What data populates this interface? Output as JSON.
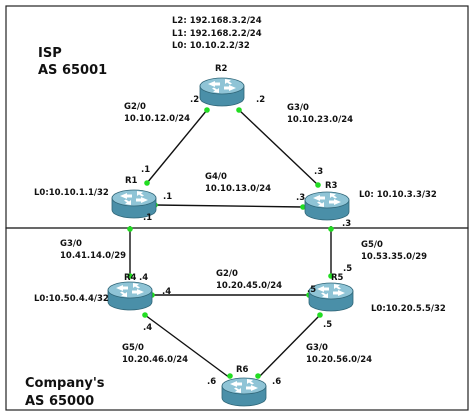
{
  "regions": {
    "isp": {
      "name": "ISP",
      "as": "AS 65001"
    },
    "company": {
      "name": "Company's",
      "as": "AS 65000"
    }
  },
  "routers": {
    "r1": {
      "name": "R1",
      "loopback": "L0:10.10.1.1/32"
    },
    "r2": {
      "name": "R2",
      "loopbacks": [
        "L2: 192.168.3.2/24",
        "L1: 192.168.2.2/24",
        "L0: 10.10.2.2/32"
      ]
    },
    "r3": {
      "name": "R3",
      "loopback": "L0: 10.10.3.3/32"
    },
    "r4": {
      "name": "R4",
      "loopback": "L0:10.50.4.4/32"
    },
    "r5": {
      "name": "R5",
      "loopback": "L0:10.20.5.5/32"
    },
    "r6": {
      "name": "R6"
    }
  },
  "links": {
    "r1_r2": {
      "iface": "G2/0",
      "subnet": "10.10.12.0/24",
      "end_a": ".1",
      "end_b": ".2"
    },
    "r2_r3": {
      "iface": "G3/0",
      "subnet": "10.10.23.0/24",
      "end_a": ".2",
      "end_b": ".3"
    },
    "r1_r3": {
      "iface": "G4/0",
      "subnet": "10.10.13.0/24",
      "end_a": ".1",
      "end_b": ".3"
    },
    "r1_r4": {
      "iface": "G3/0",
      "subnet": "10.41.14.0/29",
      "end_a": ".1",
      "end_b": ".4"
    },
    "r3_r5": {
      "iface": "G5/0",
      "subnet": "10.53.35.0/29",
      "end_a": ".3",
      "end_b": ".5"
    },
    "r4_r5": {
      "iface": "G2/0",
      "subnet": "10.20.45.0/24",
      "end_a": ".4",
      "end_b": ".5"
    },
    "r4_r6": {
      "iface": "G5/0",
      "subnet": "10.20.46.0/24",
      "end_a": ".4",
      "end_b": ".6"
    },
    "r5_r6": {
      "iface": "G3/0",
      "subnet": "10.20.56.0/24",
      "end_a": ".5",
      "end_b": ".6"
    }
  },
  "colors": {
    "border": "#222222",
    "link": "#111111",
    "port_dot": "#22dd22",
    "router_top": "#8fc4d6",
    "router_side": "#4a8fa8",
    "router_arrow": "#ffffff"
  }
}
